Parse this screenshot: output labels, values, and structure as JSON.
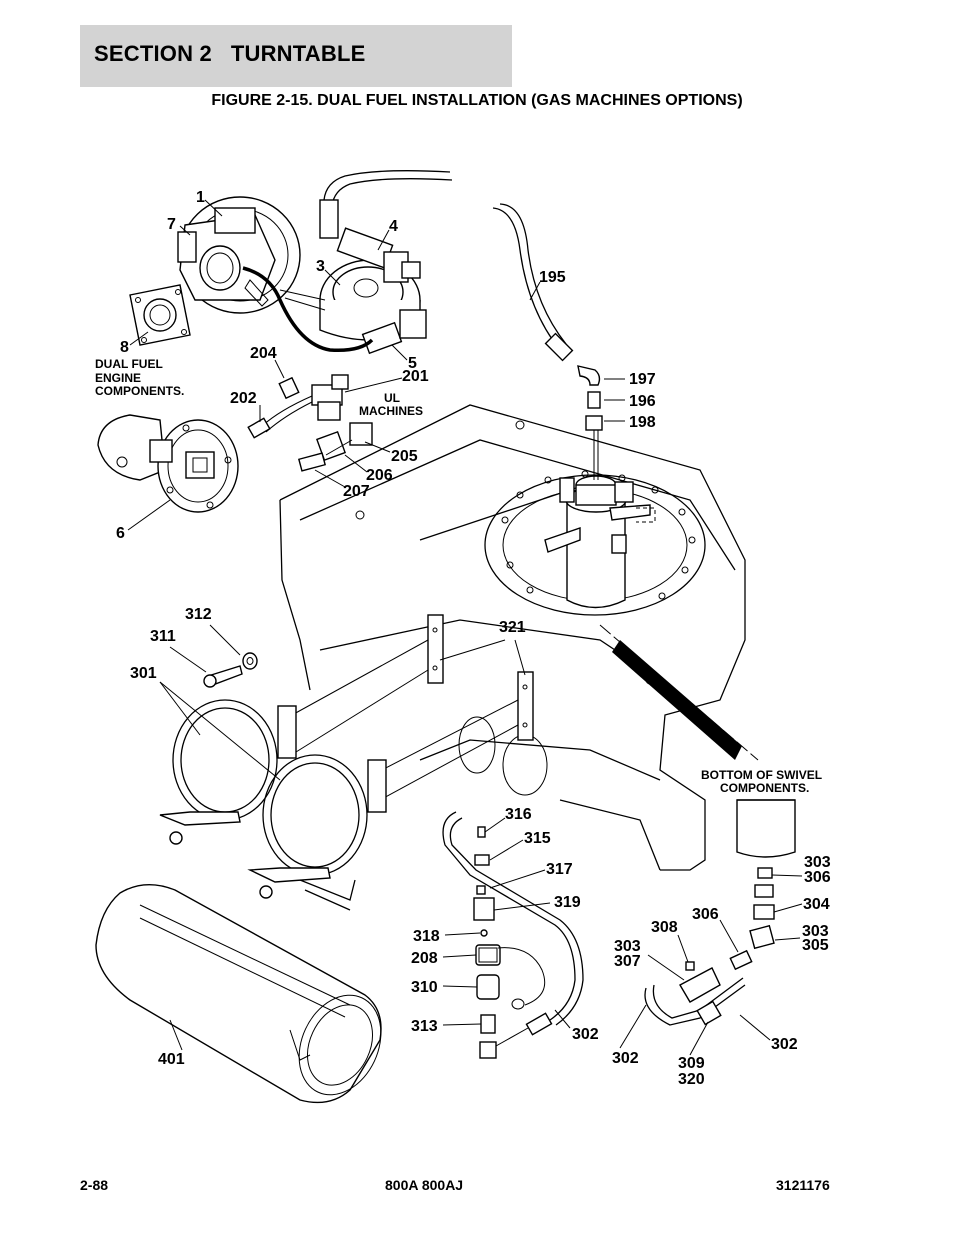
{
  "header": {
    "section": "SECTION 2   TURNTABLE",
    "figure_title": "FIGURE 2-15. DUAL FUEL INSTALLATION (GAS MACHINES OPTIONS)"
  },
  "notes": {
    "dual_fuel": [
      "DUAL FUEL",
      "ENGINE",
      "COMPONENTS."
    ],
    "ul": [
      "UL",
      "MACHINES"
    ],
    "swivel": [
      "BOTTOM OF SWIVEL",
      "COMPONENTS."
    ]
  },
  "callouts": {
    "c1": "1",
    "c7": "7",
    "c4": "4",
    "c3": "3",
    "c8": "8",
    "c5": "5",
    "c195": "195",
    "c204": "204",
    "c201": "201",
    "c202": "202",
    "c197": "197",
    "c196": "196",
    "c198": "198",
    "c205": "205",
    "c206": "206",
    "c207": "207",
    "c6": "6",
    "c312": "312",
    "c311": "311",
    "c321": "321",
    "c301": "301",
    "c316": "316",
    "c315": "315",
    "c317": "317",
    "c319": "319",
    "c318": "318",
    "c208": "208",
    "c310": "310",
    "c313": "313",
    "c302a": "302",
    "c302b": "302",
    "c302c": "302",
    "c303a": "303",
    "c306a": "306",
    "c304": "304",
    "c303b": "303",
    "c305": "305",
    "c308": "308",
    "c306b": "306",
    "c303c": "303",
    "c307": "307",
    "c309": "309",
    "c320": "320",
    "c401": "401"
  },
  "footer": {
    "page": "2-88",
    "model": "800A 800AJ",
    "doc_number": "3121176"
  }
}
